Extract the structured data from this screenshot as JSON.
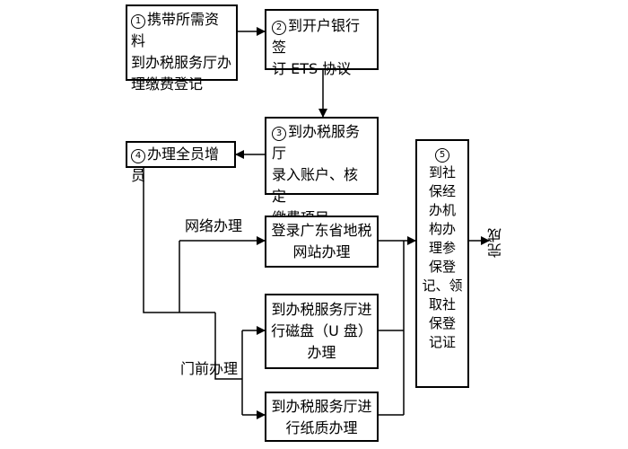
{
  "box1": {
    "num": "1",
    "text": "携带所需资料\n到办税服务厅办\n理缴费登记"
  },
  "box2": {
    "num": "2",
    "text": "到开户银行签\n订 ETS 协议"
  },
  "box3": {
    "num": "3",
    "text": "到办税服务厅\n录入账户、核定\n缴费项目"
  },
  "box4": {
    "num": "4",
    "text": "办理全员增员"
  },
  "box5": {
    "text": "登录广东省地税\n网站办理"
  },
  "box6": {
    "text": "到办税服务厅进\n行磁盘（U 盘）\n办理"
  },
  "box7": {
    "text": "到办税服务厅进\n行纸质办理"
  },
  "box8": {
    "num": "5",
    "text": "到社\n保经\n办机\n构办\n理参\n保登\n记、领\n取社\n保登\n记证"
  },
  "label_online": "网络办理",
  "label_counter": "门前办理",
  "label_done": "完成"
}
